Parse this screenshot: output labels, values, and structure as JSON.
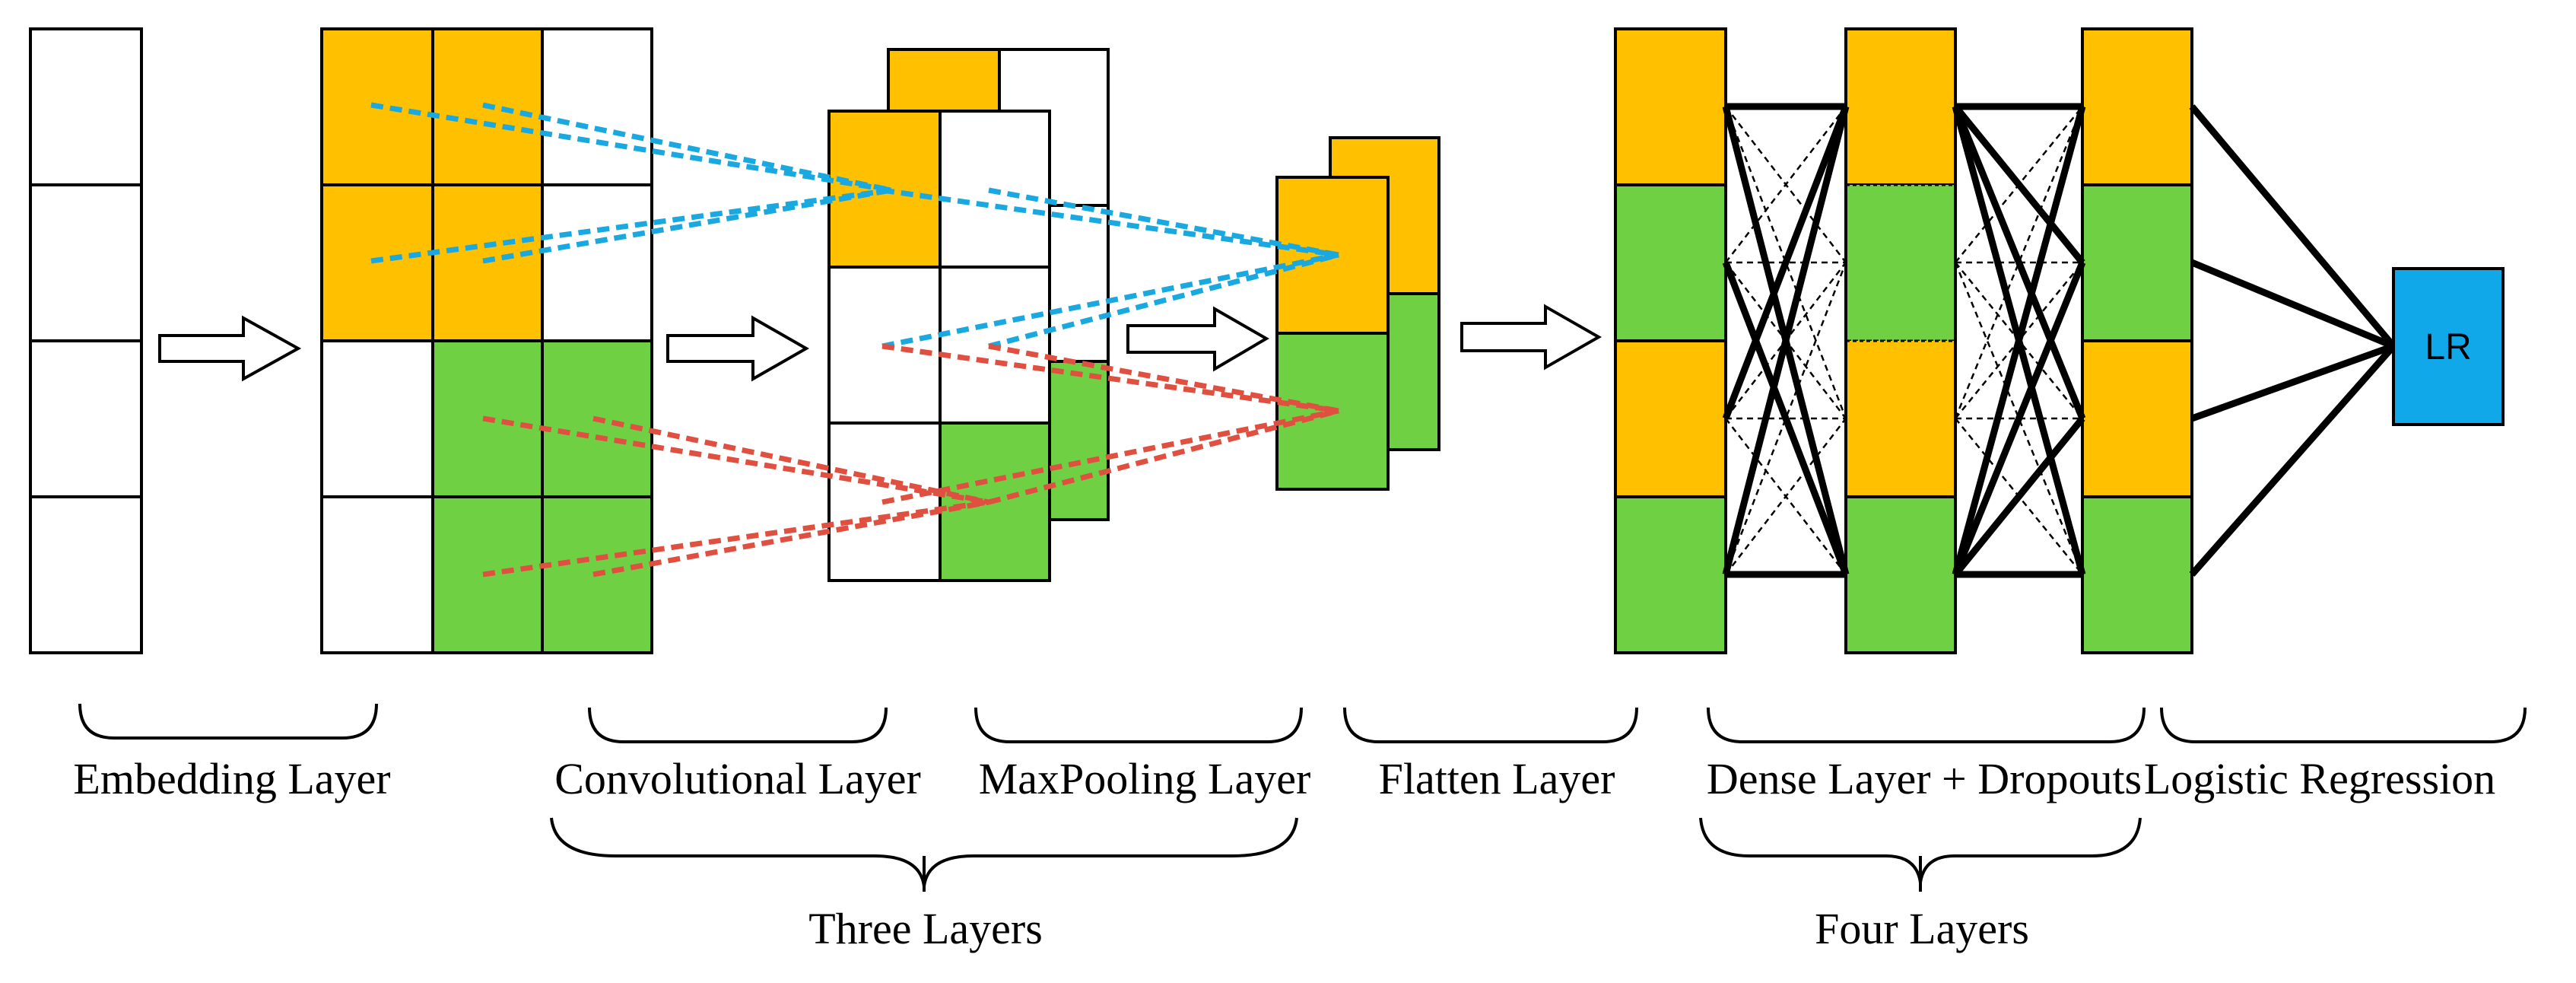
{
  "colors": {
    "orange": "#FFC000",
    "green": "#70D044",
    "blue_box": "#10A8E8",
    "blue_dash": "#1AA8E0",
    "red_dash": "#E05040",
    "outline": "#000000"
  },
  "layers": {
    "embedding": "Embedding Layer",
    "convolutional": "Convolutional Layer",
    "maxpooling": "MaxPooling Layer",
    "flatten": "Flatten Layer",
    "dense": "Dense Layer + Dropouts",
    "logistic": "Logistic Regression"
  },
  "groups": {
    "cnn": "Three Layers",
    "dense": "Four Layers"
  },
  "output_node": "LR"
}
